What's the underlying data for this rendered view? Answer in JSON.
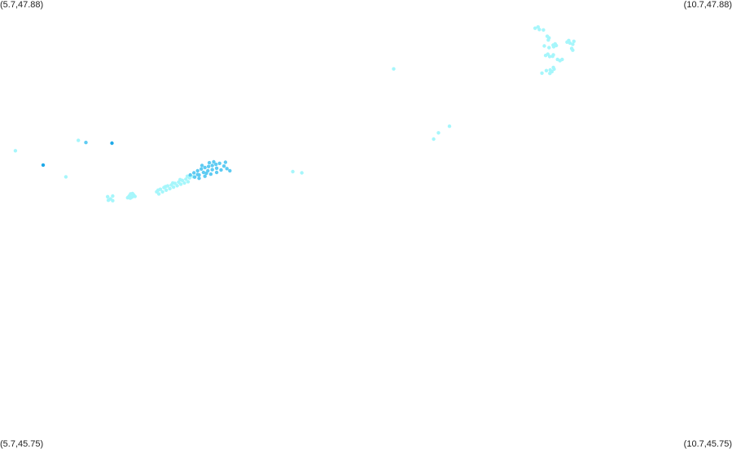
{
  "corners": {
    "top_left": "(5.7,47.88)",
    "top_right": "(10.7,47.88)",
    "bottom_left": "(5.7,45.75)",
    "bottom_right": "(10.7,45.75)"
  },
  "colors": {
    "background": "#ffffff",
    "light": "#a6f6fb",
    "medium": "#5ecbf2",
    "dark": "#1fa9e8"
  },
  "chart_data": {
    "type": "scatter",
    "xlim": [
      5.7,
      10.7
    ],
    "ylim": [
      45.75,
      47.88
    ],
    "points": [
      {
        "x": 9.355,
        "y": 47.746,
        "c": "light"
      },
      {
        "x": 9.375,
        "y": 47.752,
        "c": "light"
      },
      {
        "x": 9.384,
        "y": 47.74,
        "c": "light"
      },
      {
        "x": 9.412,
        "y": 47.738,
        "c": "light"
      },
      {
        "x": 9.438,
        "y": 47.708,
        "c": "light"
      },
      {
        "x": 9.45,
        "y": 47.7,
        "c": "light"
      },
      {
        "x": 9.445,
        "y": 47.69,
        "c": "light"
      },
      {
        "x": 9.478,
        "y": 47.666,
        "c": "light"
      },
      {
        "x": 9.492,
        "y": 47.672,
        "c": "light"
      },
      {
        "x": 9.5,
        "y": 47.664,
        "c": "light"
      },
      {
        "x": 9.482,
        "y": 47.658,
        "c": "light"
      },
      {
        "x": 9.418,
        "y": 47.662,
        "c": "light"
      },
      {
        "x": 9.45,
        "y": 47.654,
        "c": "light"
      },
      {
        "x": 9.427,
        "y": 47.617,
        "c": "light"
      },
      {
        "x": 9.442,
        "y": 47.623,
        "c": "light"
      },
      {
        "x": 9.455,
        "y": 47.612,
        "c": "light"
      },
      {
        "x": 9.475,
        "y": 47.613,
        "c": "light"
      },
      {
        "x": 9.48,
        "y": 47.62,
        "c": "light"
      },
      {
        "x": 9.508,
        "y": 47.598,
        "c": "light"
      },
      {
        "x": 9.432,
        "y": 47.545,
        "c": "light"
      },
      {
        "x": 9.458,
        "y": 47.548,
        "c": "light"
      },
      {
        "x": 9.48,
        "y": 47.56,
        "c": "light"
      },
      {
        "x": 9.485,
        "y": 47.552,
        "c": "light"
      },
      {
        "x": 9.47,
        "y": 47.54,
        "c": "light"
      },
      {
        "x": 9.456,
        "y": 47.532,
        "c": "light"
      },
      {
        "x": 9.402,
        "y": 47.533,
        "c": "light"
      },
      {
        "x": 9.525,
        "y": 47.592,
        "c": "light"
      },
      {
        "x": 9.54,
        "y": 47.598,
        "c": "light"
      },
      {
        "x": 9.573,
        "y": 47.68,
        "c": "light"
      },
      {
        "x": 9.585,
        "y": 47.688,
        "c": "light"
      },
      {
        "x": 9.593,
        "y": 47.676,
        "c": "light"
      },
      {
        "x": 9.612,
        "y": 47.67,
        "c": "light"
      },
      {
        "x": 9.62,
        "y": 47.684,
        "c": "light"
      },
      {
        "x": 9.605,
        "y": 47.65,
        "c": "light"
      },
      {
        "x": 9.612,
        "y": 47.642,
        "c": "light"
      },
      {
        "x": 8.389,
        "y": 47.553,
        "c": "light"
      },
      {
        "x": 8.77,
        "y": 47.281,
        "c": "light"
      },
      {
        "x": 8.695,
        "y": 47.25,
        "c": "light"
      },
      {
        "x": 8.662,
        "y": 47.22,
        "c": "light"
      },
      {
        "x": 7.7,
        "y": 47.066,
        "c": "light"
      },
      {
        "x": 7.762,
        "y": 47.06,
        "c": "light"
      },
      {
        "x": 5.805,
        "y": 47.165,
        "c": "light"
      },
      {
        "x": 6.15,
        "y": 47.041,
        "c": "light"
      },
      {
        "x": 6.235,
        "y": 47.214,
        "c": "light"
      },
      {
        "x": 6.287,
        "y": 47.204,
        "c": "medium"
      },
      {
        "x": 6.465,
        "y": 47.201,
        "c": "dark"
      },
      {
        "x": 5.995,
        "y": 47.097,
        "c": "dark"
      },
      {
        "x": 6.455,
        "y": 46.936,
        "c": "light"
      },
      {
        "x": 6.47,
        "y": 46.928,
        "c": "light"
      },
      {
        "x": 6.47,
        "y": 46.95,
        "c": "light"
      },
      {
        "x": 6.44,
        "y": 46.93,
        "c": "light"
      },
      {
        "x": 6.435,
        "y": 46.947,
        "c": "light"
      },
      {
        "x": 6.572,
        "y": 46.942,
        "c": "light"
      },
      {
        "x": 6.582,
        "y": 46.95,
        "c": "light"
      },
      {
        "x": 6.592,
        "y": 46.96,
        "c": "light"
      },
      {
        "x": 6.602,
        "y": 46.945,
        "c": "light"
      },
      {
        "x": 6.612,
        "y": 46.956,
        "c": "light"
      },
      {
        "x": 6.622,
        "y": 46.948,
        "c": "light"
      },
      {
        "x": 6.59,
        "y": 46.94,
        "c": "light"
      },
      {
        "x": 6.605,
        "y": 46.962,
        "c": "light"
      },
      {
        "x": 6.77,
        "y": 46.97,
        "c": "light"
      },
      {
        "x": 6.795,
        "y": 46.982,
        "c": "light"
      },
      {
        "x": 6.82,
        "y": 46.99,
        "c": "light"
      },
      {
        "x": 6.845,
        "y": 46.998,
        "c": "light"
      },
      {
        "x": 6.87,
        "y": 47.002,
        "c": "light"
      },
      {
        "x": 6.895,
        "y": 47.01,
        "c": "light"
      },
      {
        "x": 6.92,
        "y": 47.016,
        "c": "light"
      },
      {
        "x": 6.945,
        "y": 47.024,
        "c": "light"
      },
      {
        "x": 6.97,
        "y": 47.03,
        "c": "light"
      },
      {
        "x": 6.995,
        "y": 47.036,
        "c": "light"
      },
      {
        "x": 7.02,
        "y": 47.042,
        "c": "light"
      },
      {
        "x": 6.785,
        "y": 46.96,
        "c": "light"
      },
      {
        "x": 6.81,
        "y": 46.97,
        "c": "light"
      },
      {
        "x": 6.835,
        "y": 46.978,
        "c": "light"
      },
      {
        "x": 6.86,
        "y": 46.985,
        "c": "light"
      },
      {
        "x": 6.885,
        "y": 46.992,
        "c": "light"
      },
      {
        "x": 6.91,
        "y": 46.999,
        "c": "light"
      },
      {
        "x": 6.935,
        "y": 47.006,
        "c": "light"
      },
      {
        "x": 6.96,
        "y": 47.012,
        "c": "light"
      },
      {
        "x": 6.985,
        "y": 47.018,
        "c": "light"
      },
      {
        "x": 6.78,
        "y": 46.978,
        "c": "light"
      },
      {
        "x": 6.83,
        "y": 46.995,
        "c": "light"
      },
      {
        "x": 6.88,
        "y": 47.012,
        "c": "light"
      },
      {
        "x": 6.93,
        "y": 47.028,
        "c": "light"
      },
      {
        "x": 6.98,
        "y": 47.044,
        "c": "light"
      },
      {
        "x": 7.0,
        "y": 47.05,
        "c": "medium"
      },
      {
        "x": 7.025,
        "y": 47.06,
        "c": "medium"
      },
      {
        "x": 7.05,
        "y": 47.07,
        "c": "medium"
      },
      {
        "x": 7.075,
        "y": 47.078,
        "c": "medium"
      },
      {
        "x": 7.1,
        "y": 47.085,
        "c": "medium"
      },
      {
        "x": 7.125,
        "y": 47.09,
        "c": "medium"
      },
      {
        "x": 7.15,
        "y": 47.095,
        "c": "medium"
      },
      {
        "x": 7.175,
        "y": 47.1,
        "c": "medium"
      },
      {
        "x": 7.2,
        "y": 47.105,
        "c": "medium"
      },
      {
        "x": 7.03,
        "y": 47.04,
        "c": "medium"
      },
      {
        "x": 7.06,
        "y": 47.05,
        "c": "medium"
      },
      {
        "x": 7.09,
        "y": 47.062,
        "c": "medium"
      },
      {
        "x": 7.12,
        "y": 47.07,
        "c": "medium"
      },
      {
        "x": 7.15,
        "y": 47.075,
        "c": "medium"
      },
      {
        "x": 7.18,
        "y": 47.082,
        "c": "medium"
      },
      {
        "x": 7.06,
        "y": 47.034,
        "c": "medium"
      },
      {
        "x": 7.1,
        "y": 47.044,
        "c": "medium"
      },
      {
        "x": 7.14,
        "y": 47.054,
        "c": "medium"
      },
      {
        "x": 7.18,
        "y": 47.062,
        "c": "medium"
      },
      {
        "x": 7.21,
        "y": 47.074,
        "c": "medium"
      },
      {
        "x": 7.23,
        "y": 47.092,
        "c": "medium"
      },
      {
        "x": 7.25,
        "y": 47.08,
        "c": "medium"
      },
      {
        "x": 7.27,
        "y": 47.07,
        "c": "medium"
      },
      {
        "x": 7.24,
        "y": 47.11,
        "c": "medium"
      },
      {
        "x": 7.08,
        "y": 47.095,
        "c": "medium"
      },
      {
        "x": 7.13,
        "y": 47.108,
        "c": "medium"
      },
      {
        "x": 7.16,
        "y": 47.112,
        "c": "medium"
      },
      {
        "x": 7.05,
        "y": 47.052,
        "c": "medium"
      },
      {
        "x": 7.11,
        "y": 47.058,
        "c": "medium"
      }
    ]
  }
}
